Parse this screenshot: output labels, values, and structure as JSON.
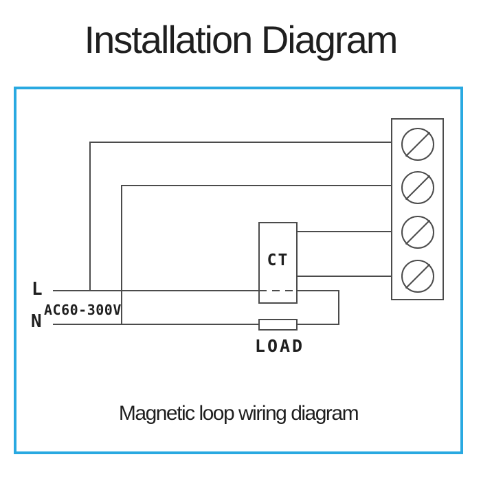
{
  "page": {
    "title": "Installation Diagram",
    "caption": "Magnetic loop wiring diagram"
  },
  "diagram": {
    "labels": {
      "line": "L",
      "neutral": "N",
      "voltage": "AC60-300V",
      "ct": "CT",
      "load": "LOAD"
    },
    "terminal_block": {
      "screw_count": 4
    },
    "colors": {
      "frame": "#29a9e1",
      "wire": "#4b4b4b",
      "text": "#1f1f1f"
    }
  }
}
